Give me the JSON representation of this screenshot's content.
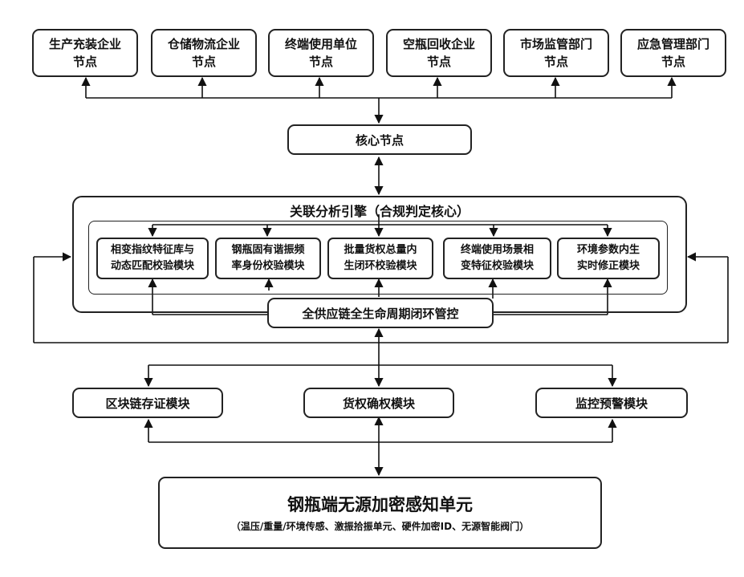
{
  "top_nodes": [
    {
      "line1": "生产充装企业",
      "line2": "节点"
    },
    {
      "line1": "仓储物流企业",
      "line2": "节点"
    },
    {
      "line1": "终端使用单位",
      "line2": "节点"
    },
    {
      "line1": "空瓶回收企业",
      "line2": "节点"
    },
    {
      "line1": "市场监管部门",
      "line2": "节点"
    },
    {
      "line1": "应急管理部门",
      "line2": "节点"
    }
  ],
  "core_node": "核心节点",
  "engine": {
    "title": "关联分析引擎（合规判定核心）",
    "modules": [
      {
        "line1": "相变指纹特征库与",
        "line2": "动态匹配校验模块"
      },
      {
        "line1": "钢瓶固有谐振频",
        "line2": "率身份校验模块"
      },
      {
        "line1": "批量货权总量内",
        "line2": "生闭环校验模块"
      },
      {
        "line1": "终端使用场景相",
        "line2": "变特征校验模块"
      },
      {
        "line1": "环境参数内生",
        "line2": "实时修正模块"
      }
    ],
    "control": "全供应链全生命周期闭环管控"
  },
  "lower_modules": [
    "区块链存证模块",
    "货权确权模块",
    "监控预警模块"
  ],
  "sensor_unit": {
    "title": "钢瓶端无源加密感知单元",
    "subtitle": "（温压/重量/环境传感、激振拾振单元、硬件加密ID、无源智能阀门）"
  }
}
